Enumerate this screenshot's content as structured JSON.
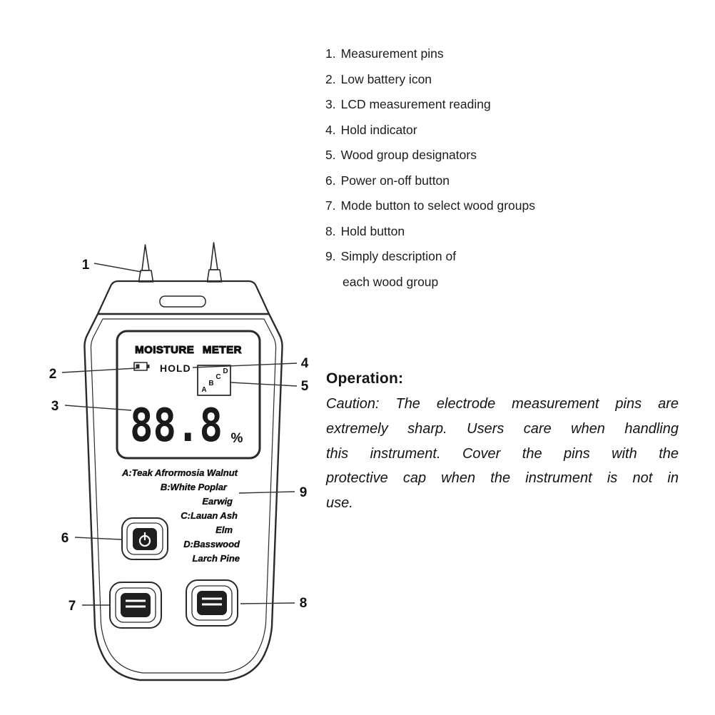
{
  "markers": [
    "1",
    "2",
    "3",
    "4",
    "5",
    "6",
    "7",
    "8",
    "9"
  ],
  "parts_list": [
    {
      "num": "1.",
      "text": "Measurement pins"
    },
    {
      "num": "2.",
      "text": "Low battery icon"
    },
    {
      "num": "3.",
      "text": "LCD measurement reading"
    },
    {
      "num": "4.",
      "text": "Hold indicator"
    },
    {
      "num": "5.",
      "text": "Wood group designators"
    },
    {
      "num": "6.",
      "text": "Power on-off button"
    },
    {
      "num": "7.",
      "text": "Mode button to select wood groups"
    },
    {
      "num": "8.",
      "text": "Hold button"
    },
    {
      "num": "9.",
      "text": "Simply description of",
      "text2": "each wood group"
    }
  ],
  "operation": {
    "heading": "Operation:",
    "caution_lines": [
      "Caution: The electrode measurement pins are",
      "extremely sharp. Users care when handling",
      "this instrument. Cover the pins with the",
      "protective cap when the instrument is not in",
      "use."
    ]
  },
  "device": {
    "brand": "MOISTURE METER",
    "lcd": {
      "hold_label": "HOLD",
      "reading": "88.8",
      "unit": "%",
      "group_letters": [
        "A",
        "B",
        "C",
        "D"
      ]
    },
    "wood_groups": [
      "A:Teak Afrormosia Walnut",
      "B:White Poplar",
      "Earwig",
      "C:Lauan Ash",
      "Elm",
      "D:Basswood",
      "Larch Pine"
    ],
    "colors": {
      "line": "#2a2a2a",
      "button_fill": "#1f1f1f"
    }
  }
}
